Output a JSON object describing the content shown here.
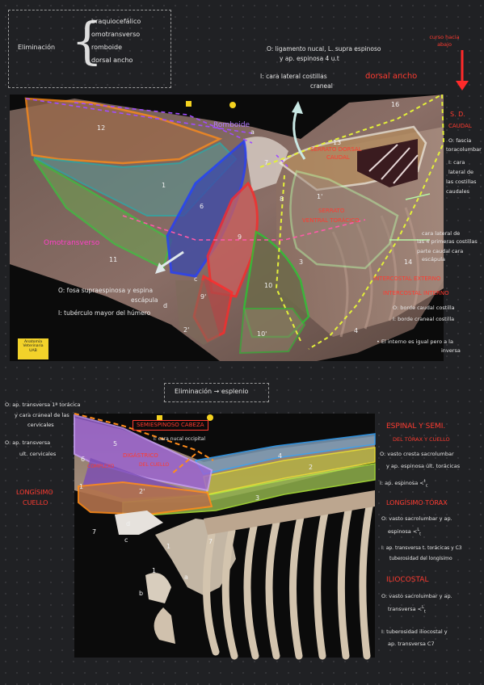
{
  "top": {
    "elim_label": "Eliminación",
    "elim_items": [
      "braquiocefálico",
      "omotransverso",
      "romboide",
      "dorsal ancho"
    ],
    "dorsal_origin": "O: ligamento nucal, L. supra espinoso",
    "dorsal_origin2": "y ap. espinosa 4 u.t",
    "dorsal_insert": "I: cara lateral costillas",
    "dorsal_insert2": "craneal",
    "dorsal_title": "dorsal ancho",
    "red_note": "curso hacia abajo",
    "romboide_label": "Romboide",
    "omotrans_label": "Omotransverso",
    "omotrans_origin": "O: fosa supraespinosa y espina",
    "omotrans_origin2": "escápula",
    "omotrans_insert": "I: tubérculo mayor del húmero",
    "sd_title": "S. D.",
    "sd_caudal": "CAUDAL",
    "sd_origin": [
      "O: fascia",
      "toracolumbar"
    ],
    "sd_insert": [
      "I: cara",
      "lateral de",
      "las costillas",
      "caudales"
    ],
    "serrato_dorsal": [
      "SERRATO DORSAL",
      "CAUDAL"
    ],
    "serrato_ventral": [
      "SERRATO",
      "VENTRAL TORÁCICO"
    ],
    "serrato_note": [
      "cara lateral de",
      "las 4 primeras costillas",
      "parte caudal cara",
      "escápula"
    ],
    "intercostal_ext": "INTERCOSTAL EXTERNO",
    "intercostal_int": "INTERCOSTAL INTERNO",
    "intercostal_origin": "O: borde caudal costilla",
    "intercostal_insert": "I: borde craneal costilla",
    "intercostal_note": [
      "• El interno es igual pero a la",
      "inversa"
    ],
    "logo": [
      "Anatomía",
      "Veterinaria",
      "UAB"
    ],
    "numbers": [
      "12",
      "1",
      "6",
      "9",
      "8",
      "1'",
      "7",
      "16",
      "13",
      "3",
      "14",
      "10",
      "10'",
      "9'",
      "2'",
      "11",
      "4",
      "a",
      "c",
      "d"
    ]
  },
  "middle": {
    "label": "Eliminación → esplenio"
  },
  "bottom": {
    "semi_origin": [
      "O: ap. transversa 1ª torácica",
      "y cara craneal de las",
      "cervicales"
    ],
    "semi_origin2": [
      "O: ap. transversa",
      "ult. cervicales"
    ],
    "semi_title": "SEMIESPINOSO CABEZA",
    "semi_insert": "I: cara nucal occipital",
    "digastrico": [
      "DIGÁSTRICO",
      "DEL CUELLO"
    ],
    "complexo": "COMPLEXO",
    "longisimo_cuello": [
      "LONGÍSIMO",
      "CUELLO"
    ],
    "espinal_title": "ESPINAL Y SEMI.",
    "espinal_sub": "DEL TÓRAX Y CUELLO",
    "espinal_origin": [
      "O: vasto cresta sacrolumbar",
      "y ap. espinosa últ. torácicas"
    ],
    "espinal_insert": "I: ap. espinosa",
    "espinal_insert_sup": "t",
    "espinal_insert_sub": "c",
    "longisimo_torax": "LONGÍSIMO TÓRAX",
    "lt_origin": [
      "O: vasto sacrolumbar y ap.",
      "espinosa"
    ],
    "lt_origin_sup": "L",
    "lt_origin_sub": "t",
    "lt_insert": [
      "I: ap. transversa t. torácicas y C3",
      "tuberosidad del longísimo"
    ],
    "iliocostal_title": "ILIOCOSTAL",
    "ic_origin": [
      "O: vasto sacrolumbar y ap.",
      "transversa"
    ],
    "ic_origin_sup": "L",
    "ic_origin_sub": "t",
    "ic_insert": [
      "I: tuberosidad iliocostal y",
      "ap. transversa C7"
    ],
    "numbers": [
      "5",
      "6",
      "4",
      "2",
      "3",
      "1",
      "2'",
      "7",
      "7",
      "1",
      "1",
      "d",
      "c",
      "a",
      "b"
    ]
  }
}
